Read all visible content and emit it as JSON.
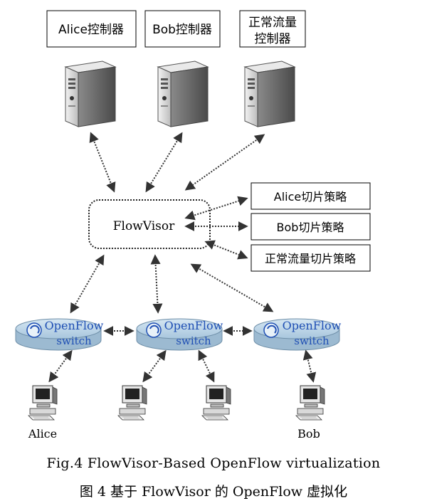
{
  "controllers": [
    {
      "label_lines": [
        "Alice控制器"
      ]
    },
    {
      "label_lines": [
        "Bob控制器"
      ]
    },
    {
      "label_lines": [
        "正常流量",
        "控制器"
      ]
    }
  ],
  "flowvisor": {
    "label": "FlowVisor"
  },
  "policies": [
    {
      "label": "Alice切片策略"
    },
    {
      "label": "Bob切片策略"
    },
    {
      "label": "正常流量切片策略"
    }
  ],
  "switches": [
    {
      "line1": "OpenFlow",
      "line2": "switch"
    },
    {
      "line1": "OpenFlow",
      "line2": "switch"
    },
    {
      "line1": "OpenFlow",
      "line2": "switch"
    }
  ],
  "hosts": [
    {
      "label": "Alice"
    },
    {
      "label": ""
    },
    {
      "label": ""
    },
    {
      "label": "Bob"
    }
  ],
  "caption": {
    "en": "Fig.4    FlowVisor-Based OpenFlow virtualization",
    "zh": "图 4    基于 FlowVisor 的 OpenFlow 虚拟化"
  },
  "colors": {
    "line": "#000000",
    "switch_fill": "#b9d3e6",
    "switch_text": "#1f4fb4",
    "server_body": "#d8d8d8"
  }
}
